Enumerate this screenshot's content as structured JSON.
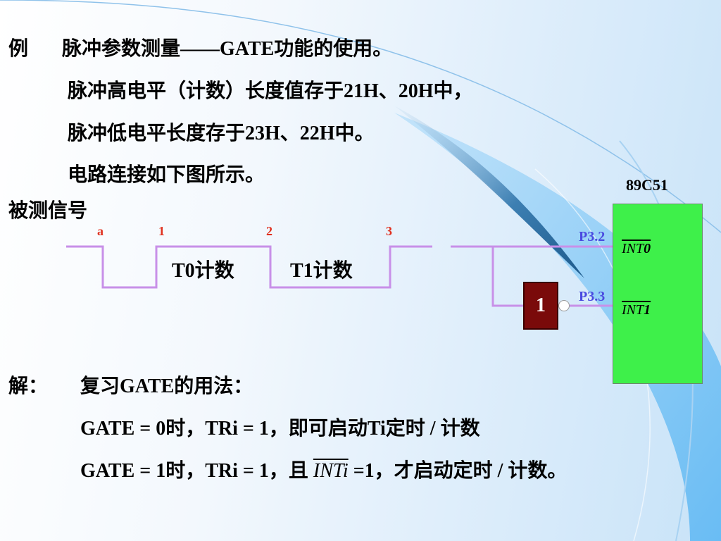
{
  "slide": {
    "example_label": "例",
    "title": "脉冲参数测量——GATE功能的使用。",
    "line2": "脉冲高电平（计数）长度值存于21H、20H中，",
    "line3": "脉冲低电平长度存于23H、22H中。",
    "line4": "电路连接如下图所示。",
    "signal_label": "被测信号"
  },
  "diagram": {
    "point_labels": [
      "a",
      "1",
      "2",
      "3"
    ],
    "t0_label": "T0计数",
    "t1_label": "T1计数",
    "chip_name": "89C51",
    "port_p32": "P3.2",
    "port_p33": "P3.3",
    "pin_int0_base": "INT",
    "pin_int0_suffix": "0",
    "pin_int1_base": "INT",
    "pin_int1_suffix": "1",
    "inverter_label": "1",
    "colors": {
      "signal": "#c890e8",
      "chip": "#3ef04a",
      "inverter": "#7a0a0a",
      "labels": "#e0301e",
      "ports": "#4a4ae0"
    }
  },
  "solution": {
    "label": "解：",
    "review": "复习GATE的用法：",
    "gate0": "GATE = 0时，TRi = 1，即可启动Ti定时 / 计数",
    "gate1_pre": "GATE = 1时，TRi = 1，且 ",
    "gate1_int": "INTi",
    "gate1_post": " =1，才启动定时 / 计数。"
  }
}
